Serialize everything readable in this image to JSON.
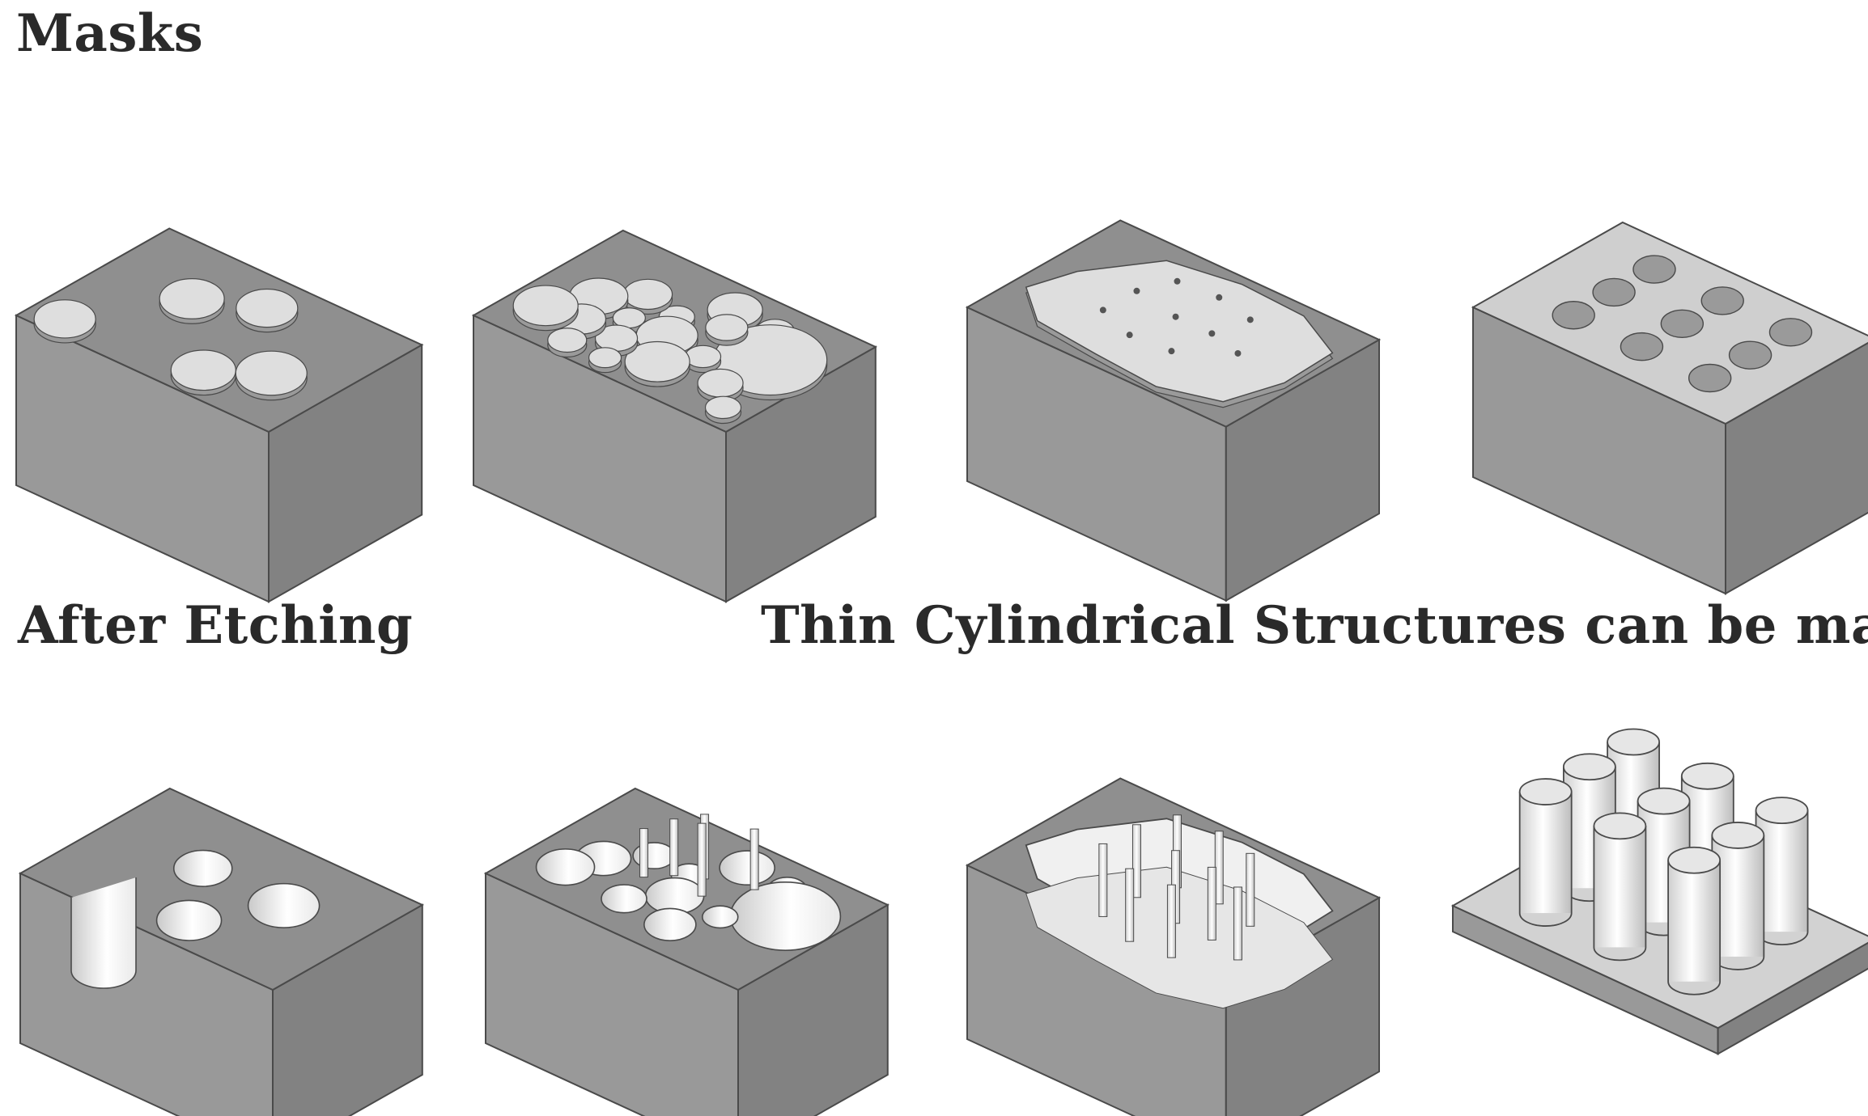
{
  "labels": {
    "masks": "Masks",
    "after_etching": "After Etching",
    "thin_cylindrical": "Thin Cylindrical  Structures can be made"
  },
  "colors": {
    "block_top": "#8f8f8f",
    "block_front": "#999999",
    "block_side": "#828282",
    "mask": "#dedede",
    "mask_edge": "#9a9a9a",
    "hole_inner": "#f2f2f2",
    "outline": "#4a4a4a",
    "text": "#2a2a2a"
  },
  "panels": {
    "masks": [
      {
        "name": "mask-four-dots-block",
        "mask_type": "dots"
      },
      {
        "name": "mask-random-circles-block",
        "mask_type": "random-circles"
      },
      {
        "name": "mask-island-with-holes-block",
        "mask_type": "island"
      },
      {
        "name": "mask-hole-grid-block",
        "mask_type": "inverse-grid"
      }
    ],
    "etched": [
      {
        "name": "etched-four-holes-block",
        "result_type": "holes"
      },
      {
        "name": "etched-random-cavities-block",
        "result_type": "random-cavities"
      },
      {
        "name": "etched-cavity-with-pillars-block",
        "result_type": "cavity-pillars"
      },
      {
        "name": "etched-pillar-array-block",
        "result_type": "pillar-array"
      }
    ]
  }
}
